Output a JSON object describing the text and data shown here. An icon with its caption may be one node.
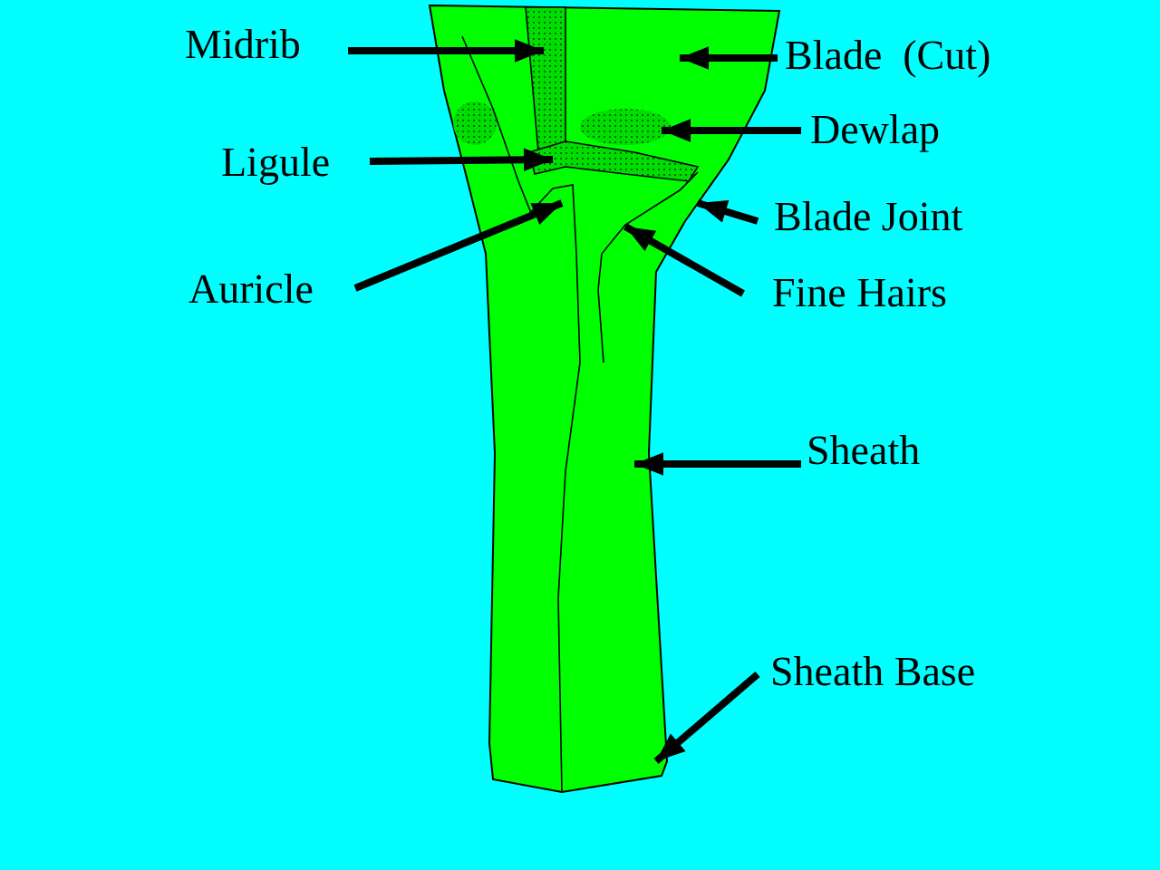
{
  "diagram": {
    "nodes": [
      {
        "text": [
          "Midrib"
        ]
      },
      {
        "text": [
          "Blade  (Cut)"
        ]
      },
      {
        "text": [
          "Ligule"
        ]
      },
      {
        "text": [
          "Dewlap"
        ]
      },
      {
        "text": [
          "Blade Joint"
        ]
      },
      {
        "text": [
          "Auricle"
        ]
      },
      {
        "text": [
          "Fine Hairs"
        ]
      },
      {
        "text": [
          "Sheath"
        ]
      },
      {
        "text": [
          "Sheath Base"
        ]
      }
    ],
    "edges": [
      {
        "from": 0,
        "to": null,
        "arrow": "to"
      },
      {
        "from": 1,
        "to": null,
        "arrow": "to"
      },
      {
        "from": 2,
        "to": null,
        "arrow": "to"
      },
      {
        "from": 3,
        "to": null,
        "arrow": "to"
      },
      {
        "from": 4,
        "to": null,
        "arrow": "to"
      },
      {
        "from": 5,
        "to": null,
        "arrow": "to"
      },
      {
        "from": 6,
        "to": null,
        "arrow": "to"
      },
      {
        "from": 7,
        "to": null,
        "arrow": "to"
      },
      {
        "from": 8,
        "to": null,
        "arrow": "to"
      }
    ]
  }
}
